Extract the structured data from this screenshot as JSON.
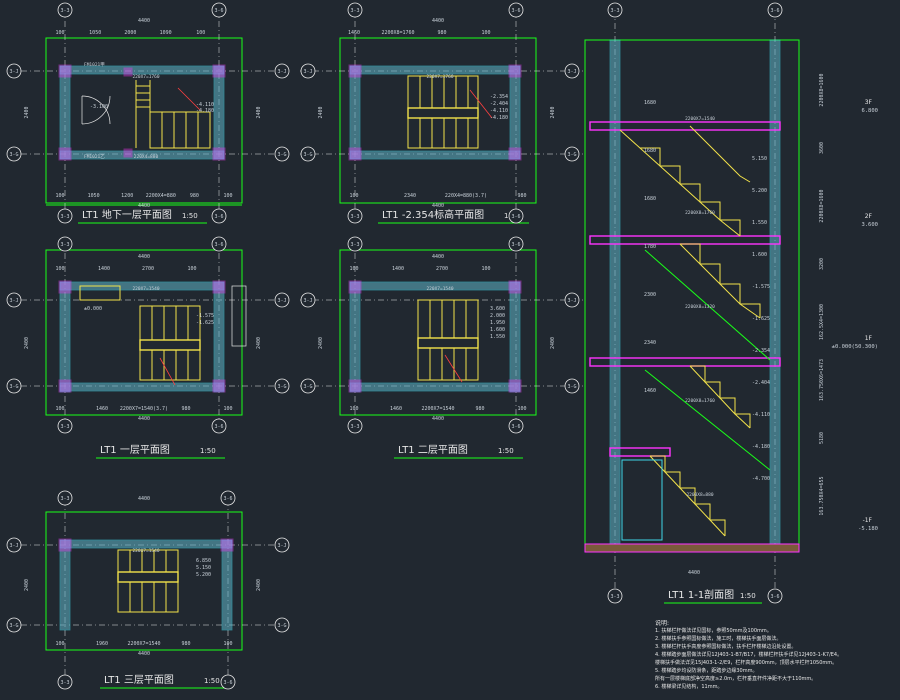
{
  "plans": [
    {
      "title": "LT1 地下一层平面图",
      "scale": "1:50",
      "dim_top": [
        "4400",
        "100",
        "1050",
        "2000",
        "1090",
        "100"
      ],
      "dim_bottom": [
        "100",
        "1050",
        "1200",
        "2200X4=880",
        "980",
        "100",
        "4400"
      ],
      "axes_top": [
        "3-3",
        "3-6"
      ],
      "axes_side": [
        "3-J",
        "3-G"
      ],
      "side_dims": [
        "2400",
        "2400"
      ],
      "door_labels": [
        "FM1021甲",
        "FM1021乙"
      ],
      "levels": [
        "-3.100",
        "-4.110",
        "-4.180"
      ],
      "stair_labels": [
        "220X7=1760",
        "220X4=880"
      ]
    },
    {
      "title": "LT1 -2.354标高平面图",
      "scale": "1:50",
      "dim_top": [
        "4400",
        "1460",
        "2200X8=1760",
        "980",
        "100"
      ],
      "dim_bottom": [
        "100",
        "2340",
        "220X4=880(3.7)",
        "980",
        "4400"
      ],
      "axes_top": [
        "3-3",
        "3-6"
      ],
      "axes_side": [
        "3-J",
        "3-G"
      ],
      "side_dims": [
        "2400",
        "2400"
      ],
      "levels": [
        "-2.354",
        "-2.404",
        "-4.110",
        "-4.180"
      ],
      "stair_labels": [
        "220X7=1760"
      ]
    },
    {
      "title": "LT1 一层平面图",
      "scale": "1:50",
      "dim_top": [
        "4400",
        "100",
        "1400",
        "2700",
        "100"
      ],
      "dim_bottom": [
        "100",
        "1460",
        "2200X7=1540(3.7)",
        "980",
        "100",
        "4400"
      ],
      "axes_top": [
        "3-3",
        "3-6"
      ],
      "axes_side": [
        "3-J",
        "3-G"
      ],
      "side_dims": [
        "2400",
        "2400"
      ],
      "levels": [
        "±0.000",
        "-1.575",
        "-1.625"
      ],
      "stair_labels": [
        "220X7=1540"
      ]
    },
    {
      "title": "LT1 二层平面图",
      "scale": "1:50",
      "dim_top": [
        "4400",
        "100",
        "1400",
        "2700",
        "100"
      ],
      "dim_bottom": [
        "100",
        "1460",
        "2200X7=1540",
        "980",
        "100",
        "4400"
      ],
      "axes_top": [
        "3-3",
        "3-6"
      ],
      "axes_side": [
        "3-J",
        "3-G"
      ],
      "side_dims": [
        "2400",
        "2400"
      ],
      "levels": [
        "3.600",
        "2.000",
        "1.950",
        "1.600",
        "1.550"
      ],
      "stair_labels": [
        "220X7=1540"
      ]
    },
    {
      "title": "LT1 三层平面图",
      "scale": "1:50",
      "dim_top": [
        "4400"
      ],
      "dim_bottom": [
        "100",
        "1960",
        "2200X7=1540",
        "980",
        "100",
        "4400"
      ],
      "axes_top": [
        "3-3",
        "3-6"
      ],
      "axes_side": [
        "3-J",
        "3-G"
      ],
      "side_dims": [
        "2400",
        "2400"
      ],
      "levels": [
        "6.850",
        "5.150",
        "5.200"
      ],
      "stair_labels": [
        "220X7=1540"
      ]
    }
  ],
  "section": {
    "title": "LT1 1-1剖面图",
    "scale": "1:50",
    "bottom_dim": "4400",
    "axes_bottom": [
      "3-3",
      "3-6"
    ],
    "floor_marks": [
      {
        "label": "3F",
        "level": "6.800"
      },
      {
        "label": "2F",
        "level": "3.600"
      },
      {
        "label": "1F",
        "level": "±0.000(50.300)"
      },
      {
        "label": "-1F",
        "level": "-5.180"
      }
    ],
    "left_dims": [
      "1680",
      "1680",
      "1680",
      "1780",
      "2300",
      "2340",
      "1460"
    ],
    "right_dims": [
      "2200X8=1600",
      "3600",
      "2200X8=1600",
      "3200",
      "162.5X4=1300",
      "163.750X6=1473",
      "5180",
      "163.750X4=655"
    ],
    "levels": [
      "5.150",
      "5.200",
      "1.550",
      "1.600",
      "-1.575",
      "-1.625",
      "-2.354",
      "-2.404",
      "-4.110",
      "-4.180",
      "-4.700"
    ],
    "stair_labels": [
      "2200X7=1540",
      "2200X8=1760",
      "2200X8=1320",
      "2200X8=1760",
      "2200X8=880"
    ]
  },
  "notes": {
    "header": "说明:",
    "lines": [
      "1. 扶梯栏杆做法详见国标，参照50mm及100mm。",
      "2. 楼梯扶手参照国标做法，施工时，楼梯扶手面层做法。",
      "3. 楼梯栏杆扶手高度参照国标做法，扶手栏杆楼梯边沿处设置。",
      "4. 楼梯踏步面层做法详见12J403-1-B7/B17，楼梯栏杆扶手详见12J403-1-K7/E4。",
      "   楼梯扶手做法详见15J403-1-2/E9，栏杆高度900mm，顶层水平栏杆1050mm。",
      "5. 楼梯踏步均设防滑条，距踏步边缘30mm。",
      "   所有一层楼梯底部净空高度≥2.0m，栏杆垂直杆件净距不大于110mm。",
      "6. 楼梯梁详见结构，11mm。"
    ]
  }
}
